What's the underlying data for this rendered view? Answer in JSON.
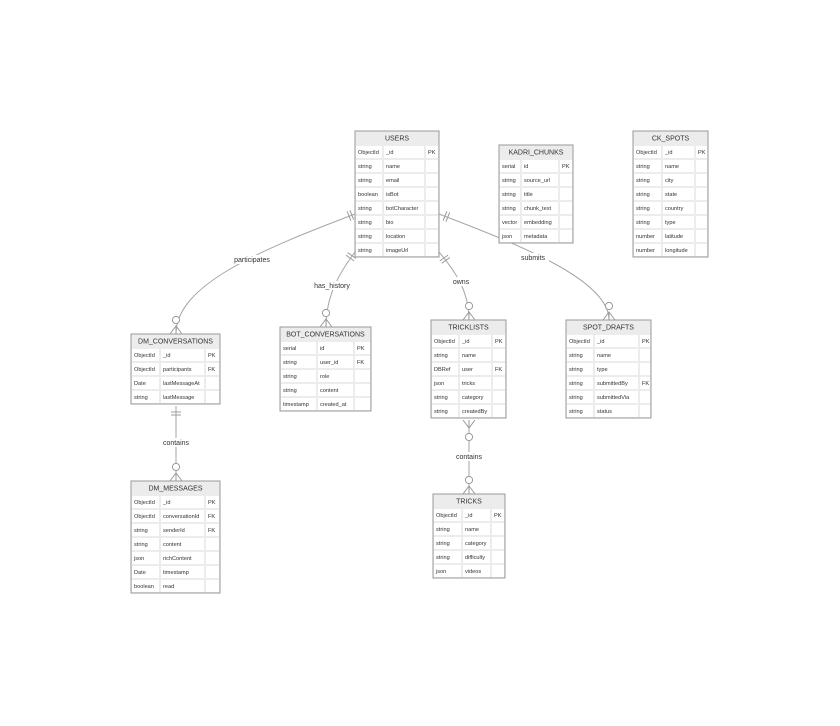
{
  "entities": [
    {
      "id": "users",
      "name": "USERS",
      "rows": [
        [
          "ObjectId",
          "_id",
          "PK"
        ],
        [
          "string",
          "name",
          ""
        ],
        [
          "string",
          "email",
          ""
        ],
        [
          "boolean",
          "isBot",
          ""
        ],
        [
          "string",
          "botCharacter",
          ""
        ],
        [
          "string",
          "bio",
          ""
        ],
        [
          "string",
          "location",
          ""
        ],
        [
          "string",
          "imageUrl",
          ""
        ]
      ]
    },
    {
      "id": "kadri_chunks",
      "name": "KADRI_CHUNKS",
      "rows": [
        [
          "serial",
          "id",
          "PK"
        ],
        [
          "string",
          "source_url",
          ""
        ],
        [
          "string",
          "title",
          ""
        ],
        [
          "string",
          "chunk_text",
          ""
        ],
        [
          "vector",
          "embedding",
          ""
        ],
        [
          "json",
          "metadata",
          ""
        ]
      ]
    },
    {
      "id": "ck_spots",
      "name": "CK_SPOTS",
      "rows": [
        [
          "ObjectId",
          "_id",
          "PK"
        ],
        [
          "string",
          "name",
          ""
        ],
        [
          "string",
          "city",
          ""
        ],
        [
          "string",
          "state",
          ""
        ],
        [
          "string",
          "country",
          ""
        ],
        [
          "string",
          "type",
          ""
        ],
        [
          "number",
          "latitude",
          ""
        ],
        [
          "number",
          "longitude",
          ""
        ]
      ]
    },
    {
      "id": "dm_conversations",
      "name": "DM_CONVERSATIONS",
      "rows": [
        [
          "ObjectId",
          "_id",
          "PK"
        ],
        [
          "ObjectId",
          "participants",
          "FK"
        ],
        [
          "Date",
          "lastMessageAt",
          ""
        ],
        [
          "string",
          "lastMessage",
          ""
        ]
      ]
    },
    {
      "id": "bot_conversations",
      "name": "BOT_CONVERSATIONS",
      "rows": [
        [
          "serial",
          "id",
          "PK"
        ],
        [
          "string",
          "user_id",
          "FK"
        ],
        [
          "string",
          "role",
          ""
        ],
        [
          "string",
          "content",
          ""
        ],
        [
          "timestamp",
          "created_at",
          ""
        ]
      ]
    },
    {
      "id": "tricklists",
      "name": "TRICKLISTS",
      "rows": [
        [
          "ObjectId",
          "_id",
          "PK"
        ],
        [
          "string",
          "name",
          ""
        ],
        [
          "DBRef",
          "user",
          "FK"
        ],
        [
          "json",
          "tricks",
          ""
        ],
        [
          "string",
          "category",
          ""
        ],
        [
          "string",
          "createdBy",
          ""
        ]
      ]
    },
    {
      "id": "spot_drafts",
      "name": "SPOT_DRAFTS",
      "rows": [
        [
          "ObjectId",
          "_id",
          "PK"
        ],
        [
          "string",
          "name",
          ""
        ],
        [
          "string",
          "type",
          ""
        ],
        [
          "string",
          "submittedBy",
          "FK"
        ],
        [
          "string",
          "submittedVia",
          ""
        ],
        [
          "string",
          "status",
          ""
        ]
      ]
    },
    {
      "id": "dm_messages",
      "name": "DM_MESSAGES",
      "rows": [
        [
          "ObjectId",
          "_id",
          "PK"
        ],
        [
          "ObjectId",
          "conversationId",
          "FK"
        ],
        [
          "string",
          "senderId",
          "FK"
        ],
        [
          "string",
          "content",
          ""
        ],
        [
          "json",
          "richContent",
          ""
        ],
        [
          "Date",
          "timestamp",
          ""
        ],
        [
          "boolean",
          "read",
          ""
        ]
      ]
    },
    {
      "id": "tricks",
      "name": "TRICKS",
      "rows": [
        [
          "ObjectId",
          "_id",
          "PK"
        ],
        [
          "string",
          "name",
          ""
        ],
        [
          "string",
          "category",
          ""
        ],
        [
          "string",
          "difficulty",
          ""
        ],
        [
          "json",
          "videos",
          ""
        ]
      ]
    }
  ],
  "relationships": [
    {
      "id": "participates",
      "from": "users",
      "to": "dm_conversations",
      "label": "participates"
    },
    {
      "id": "has_history",
      "from": "users",
      "to": "bot_conversations",
      "label": "has_history"
    },
    {
      "id": "owns",
      "from": "users",
      "to": "tricklists",
      "label": "owns"
    },
    {
      "id": "submits",
      "from": "users",
      "to": "spot_drafts",
      "label": "submits"
    },
    {
      "id": "contains_messages",
      "from": "dm_conversations",
      "to": "dm_messages",
      "label": "contains"
    },
    {
      "id": "contains_tricks",
      "from": "tricklists",
      "to": "tricks",
      "label": "contains"
    }
  ]
}
